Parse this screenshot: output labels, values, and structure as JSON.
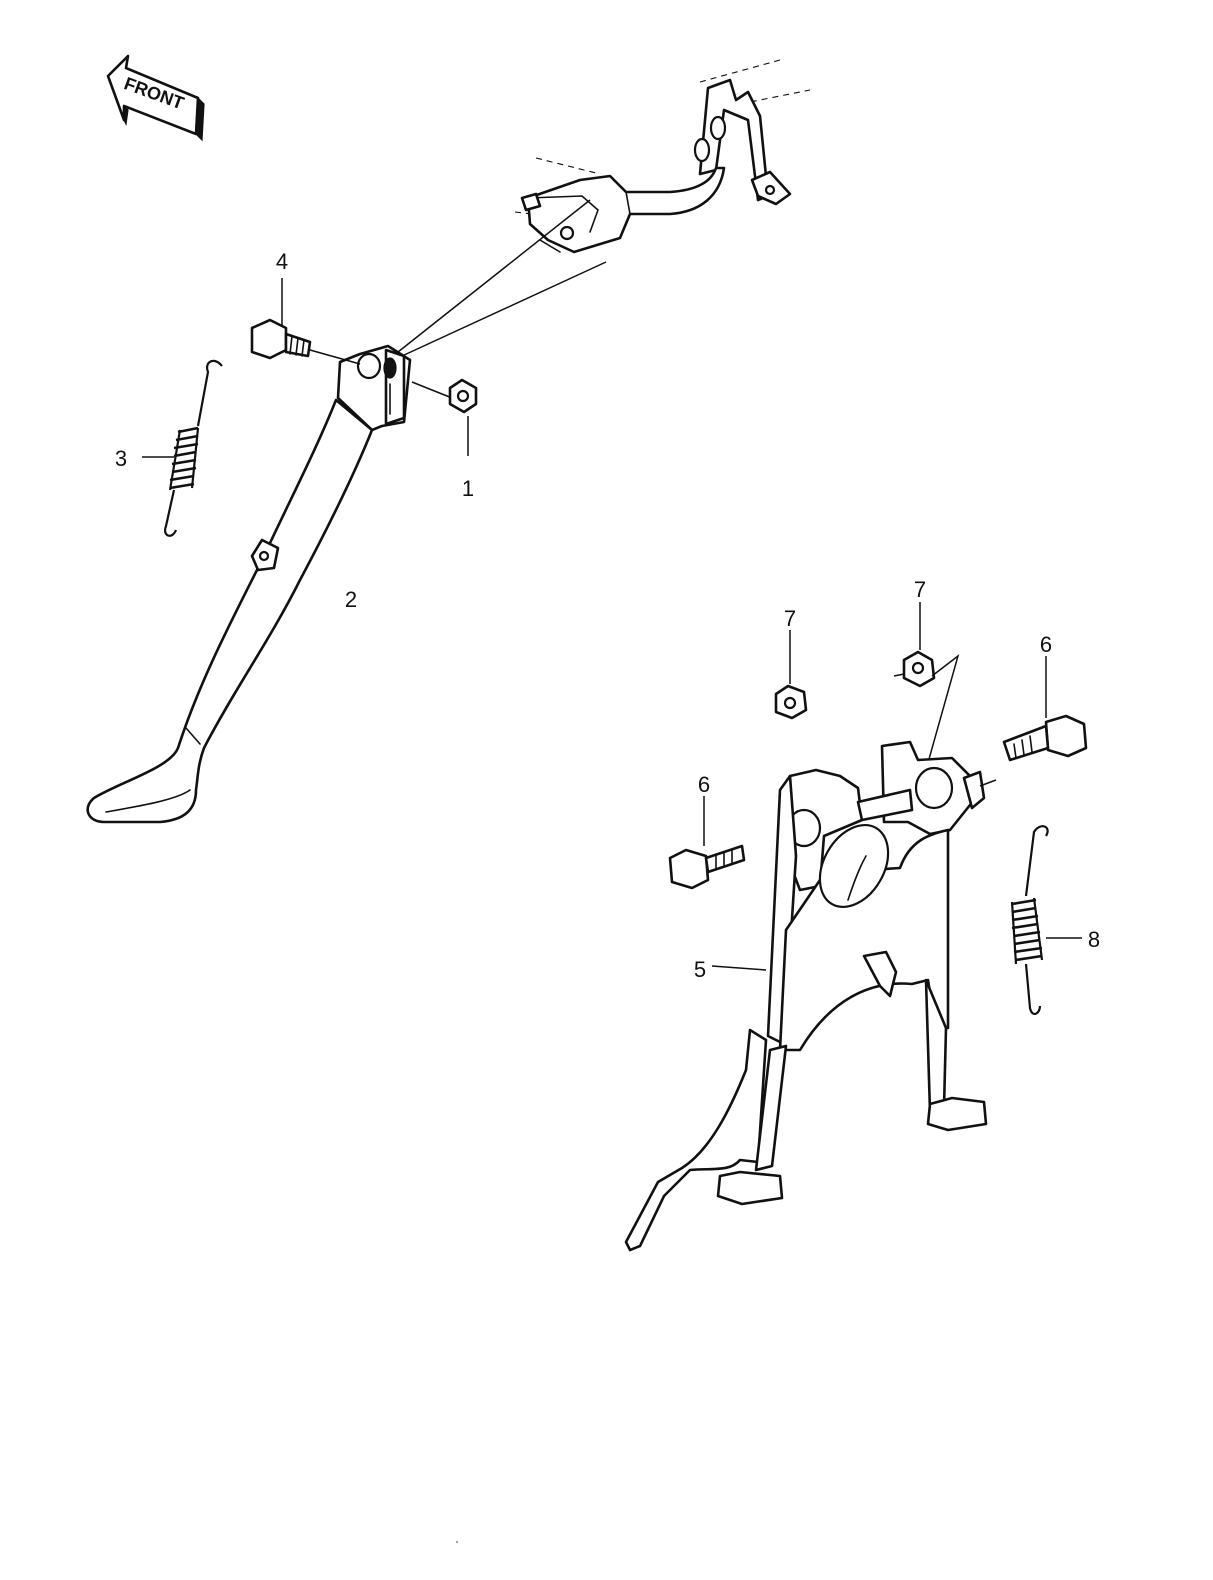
{
  "front_arrow": {
    "label": "FRONT",
    "icon": "front-direction-arrow-icon"
  },
  "callouts": {
    "c1": "1",
    "c2": "2",
    "c3": "3",
    "c4": "4",
    "c5": "5",
    "c6a": "6",
    "c6b": "6",
    "c7a": "7",
    "c7b": "7",
    "c8": "8"
  },
  "parts": [
    {
      "ref": "frame",
      "icon": "frame-bracket-icon"
    },
    {
      "ref": "1",
      "icon": "nut-icon"
    },
    {
      "ref": "2",
      "icon": "side-stand-icon"
    },
    {
      "ref": "3",
      "icon": "spring-icon"
    },
    {
      "ref": "4",
      "icon": "bolt-icon"
    },
    {
      "ref": "5",
      "icon": "center-stand-icon"
    },
    {
      "ref": "6",
      "icon": "bolt-icon"
    },
    {
      "ref": "7",
      "icon": "nut-icon"
    },
    {
      "ref": "8",
      "icon": "spring-icon"
    }
  ]
}
